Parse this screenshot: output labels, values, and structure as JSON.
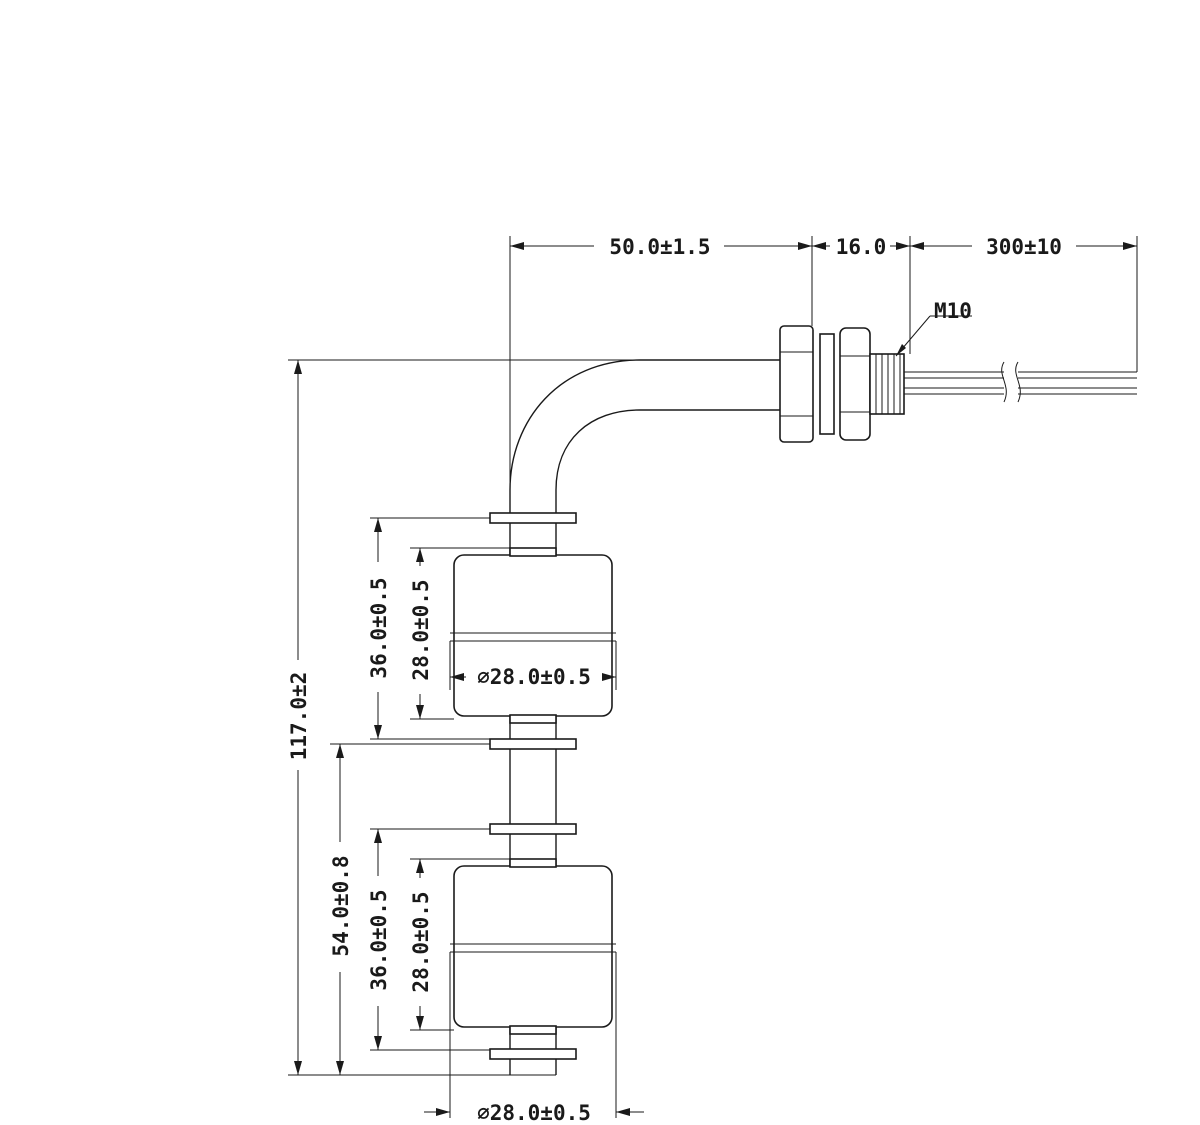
{
  "dimensions": {
    "horizontal_arm_length": "50.0±1.5",
    "fitting_length": "16.0",
    "lead_wire_length": "300±10",
    "thread_size": "M10",
    "total_length": "117.0±2",
    "upper_stop_spacing": "36.0±0.5",
    "upper_float_height": "28.0±0.5",
    "upper_float_diameter": "⌀28.0±0.5",
    "lower_stop_spacing": "36.0±0.5",
    "lower_float_height": "28.0±0.5",
    "float_spacing": "54.0±0.8",
    "bottom_diameter": "⌀28.0±0.5"
  },
  "colors": {
    "line": "#1a1a1a",
    "background": "#ffffff"
  }
}
